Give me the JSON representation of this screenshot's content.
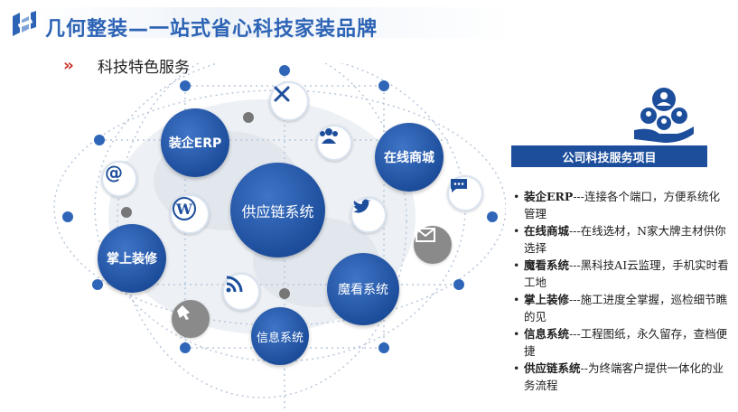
{
  "header": {
    "title": "几何整装—一站式省心科技家装品牌",
    "section_arrow": "››",
    "section_title": "科技特色服务"
  },
  "diagram": {
    "center": "供应链系统",
    "nodes": {
      "erp": "装企ERP",
      "mall": "在线商城",
      "palm": "掌上装修",
      "magic": "魔看系统",
      "info": "信息系统"
    },
    "icons": [
      "tools-icon",
      "users-icon",
      "chat-icon",
      "at-icon",
      "wordpress-icon",
      "twitter-icon",
      "mail-icon",
      "rss-icon",
      "pointer-icon"
    ]
  },
  "panel": {
    "bar_label": "公司科技服务项目",
    "items": [
      {
        "term": "装企ERP",
        "desc": "---连接各个端口，方便系统化管理"
      },
      {
        "term": "在线商城",
        "desc": "---在线选材，N家大牌主材供你选择"
      },
      {
        "term": "魔看系统",
        "desc": "---黑科技AI云监理，手机实时看工地"
      },
      {
        "term": "掌上装修",
        "desc": "---施工进度全掌握，巡检细节瞧的见"
      },
      {
        "term": "信息系统",
        "desc": "---工程图纸，永久留存，查档便捷"
      },
      {
        "term": "供应链系统",
        "desc": "--为终端客户提供一体化的业务流程"
      }
    ]
  },
  "colors": {
    "brand_blue": "#1d4e9c",
    "title_blue": "#2d63b5",
    "accent_red": "#c9302c"
  }
}
